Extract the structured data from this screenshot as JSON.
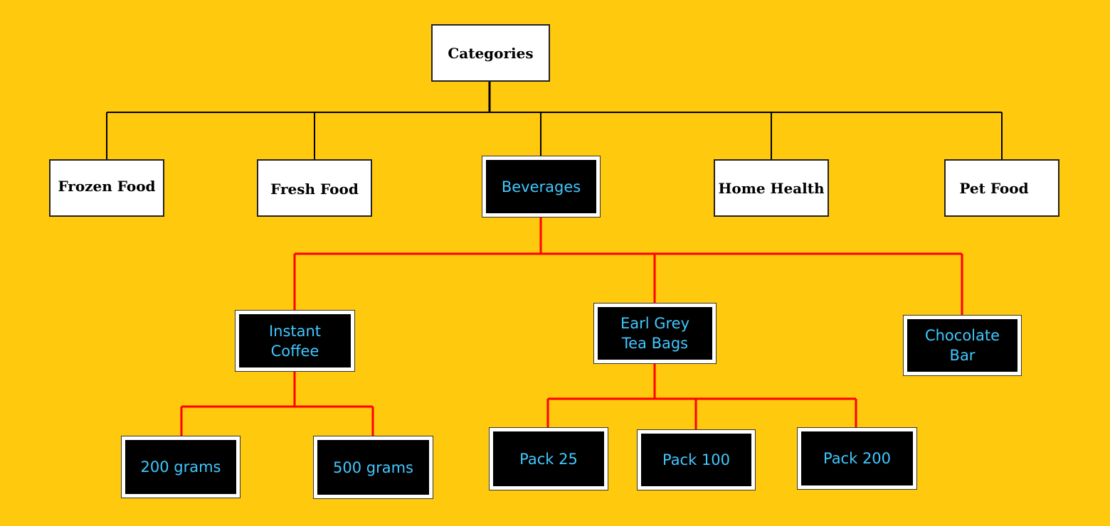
{
  "diagram": {
    "root": {
      "label": "Categories"
    },
    "categories": [
      {
        "label": "Frozen Food",
        "highlighted": false
      },
      {
        "label": "Fresh Food",
        "highlighted": false
      },
      {
        "label": "Beverages",
        "highlighted": true
      },
      {
        "label": "Home Health",
        "highlighted": false
      },
      {
        "label": "Pet Food",
        "highlighted": false
      }
    ],
    "beverages_children": [
      {
        "label": "Instant\nCoffee"
      },
      {
        "label": "Earl Grey\nTea Bags"
      },
      {
        "label": "Chocolate\nBar"
      }
    ],
    "coffee_children": [
      {
        "label": "200 grams"
      },
      {
        "label": "500 grams"
      }
    ],
    "tea_children": [
      {
        "label": "Pack 25"
      },
      {
        "label": "Pack 100"
      },
      {
        "label": "Pack 200"
      }
    ]
  },
  "colors": {
    "background": "#FFC90E",
    "default_connector": "#000000",
    "highlight_connector": "#FF0000",
    "highlight_text": "#40C8FF",
    "highlight_fill": "#000000"
  }
}
